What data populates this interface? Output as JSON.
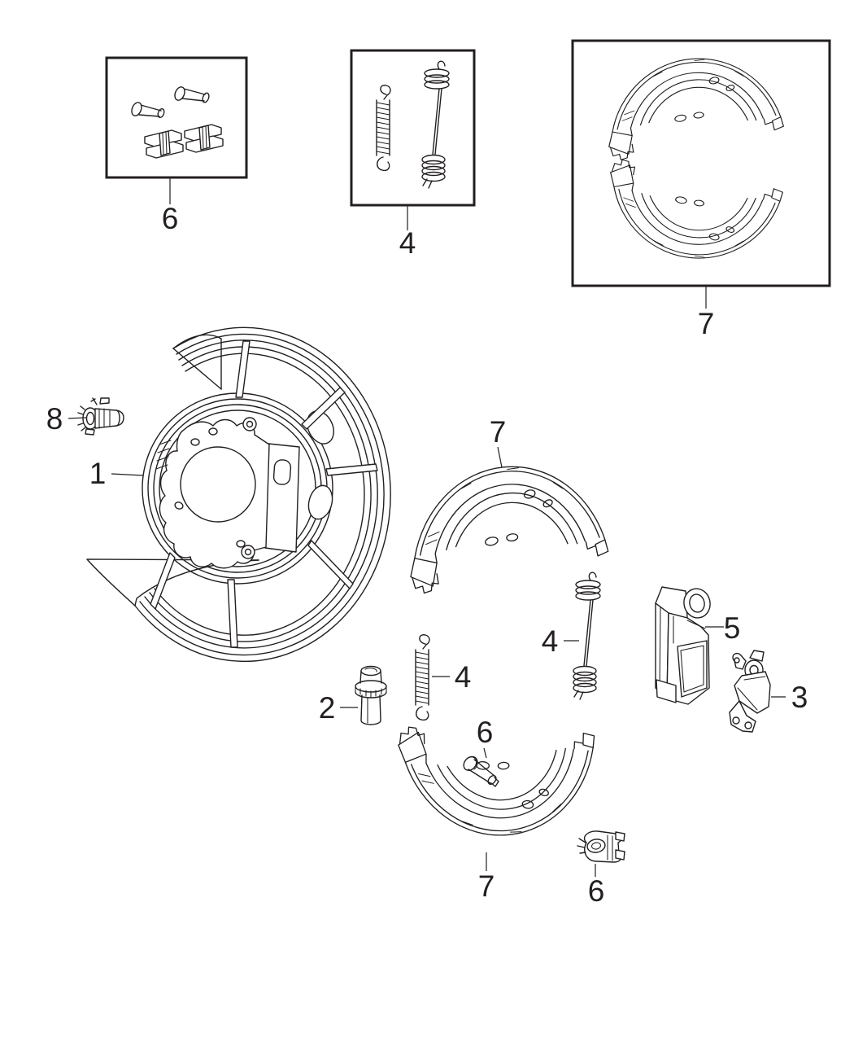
{
  "figure": {
    "kind": "exploded-parts-diagram",
    "background": "#ffffff",
    "ink": "#231f20"
  },
  "callouts": [
    {
      "part": "backing-plate",
      "label": "1"
    },
    {
      "part": "adjuster",
      "label": "2"
    },
    {
      "part": "lever",
      "label": "3"
    },
    {
      "part": "springs-kit-box",
      "label": "4"
    },
    {
      "part": "return-spring-left",
      "label": "4"
    },
    {
      "part": "return-spring-right",
      "label": "4"
    },
    {
      "part": "support-bracket",
      "label": "5"
    },
    {
      "part": "hardware-kit-box",
      "label": "6"
    },
    {
      "part": "mounting-screw",
      "label": "6"
    },
    {
      "part": "retainer-clamp",
      "label": "6"
    },
    {
      "part": "brake-shoes-box",
      "label": "7"
    },
    {
      "part": "brake-shoe-middle",
      "label": "7"
    },
    {
      "part": "brake-shoe-bottom",
      "label": "7"
    },
    {
      "part": "cable-connector",
      "label": "8"
    }
  ]
}
